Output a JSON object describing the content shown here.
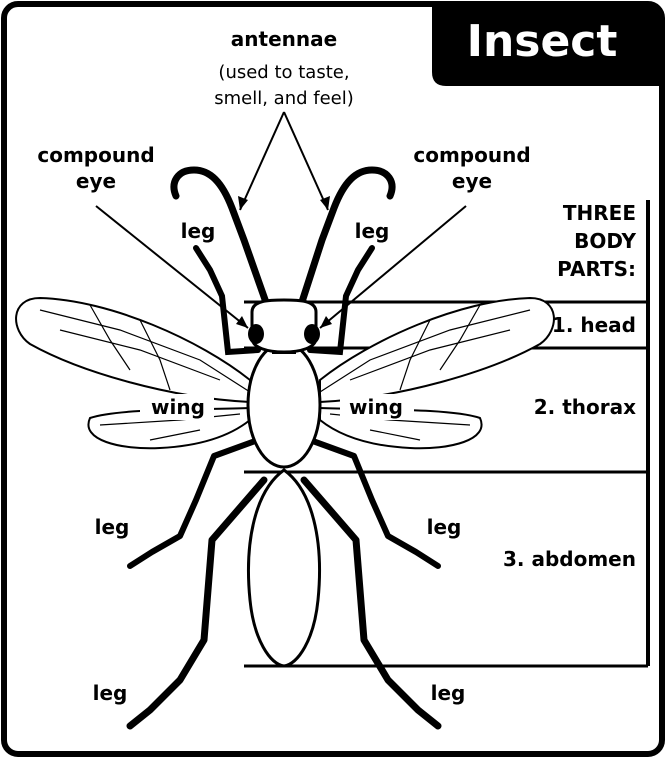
{
  "title": "Insect",
  "antennae": {
    "label": "antennae",
    "desc_line1": "(used to taste,",
    "desc_line2": "smell, and feel)"
  },
  "compound_eye": {
    "line1": "compound",
    "line2": "eye"
  },
  "leg_label": "leg",
  "wing_label": "wing",
  "body_parts": {
    "heading_line1": "THREE",
    "heading_line2": "BODY",
    "heading_line3": "PARTS:",
    "head": "1. head",
    "thorax": "2. thorax",
    "abdomen": "3. abdomen"
  }
}
